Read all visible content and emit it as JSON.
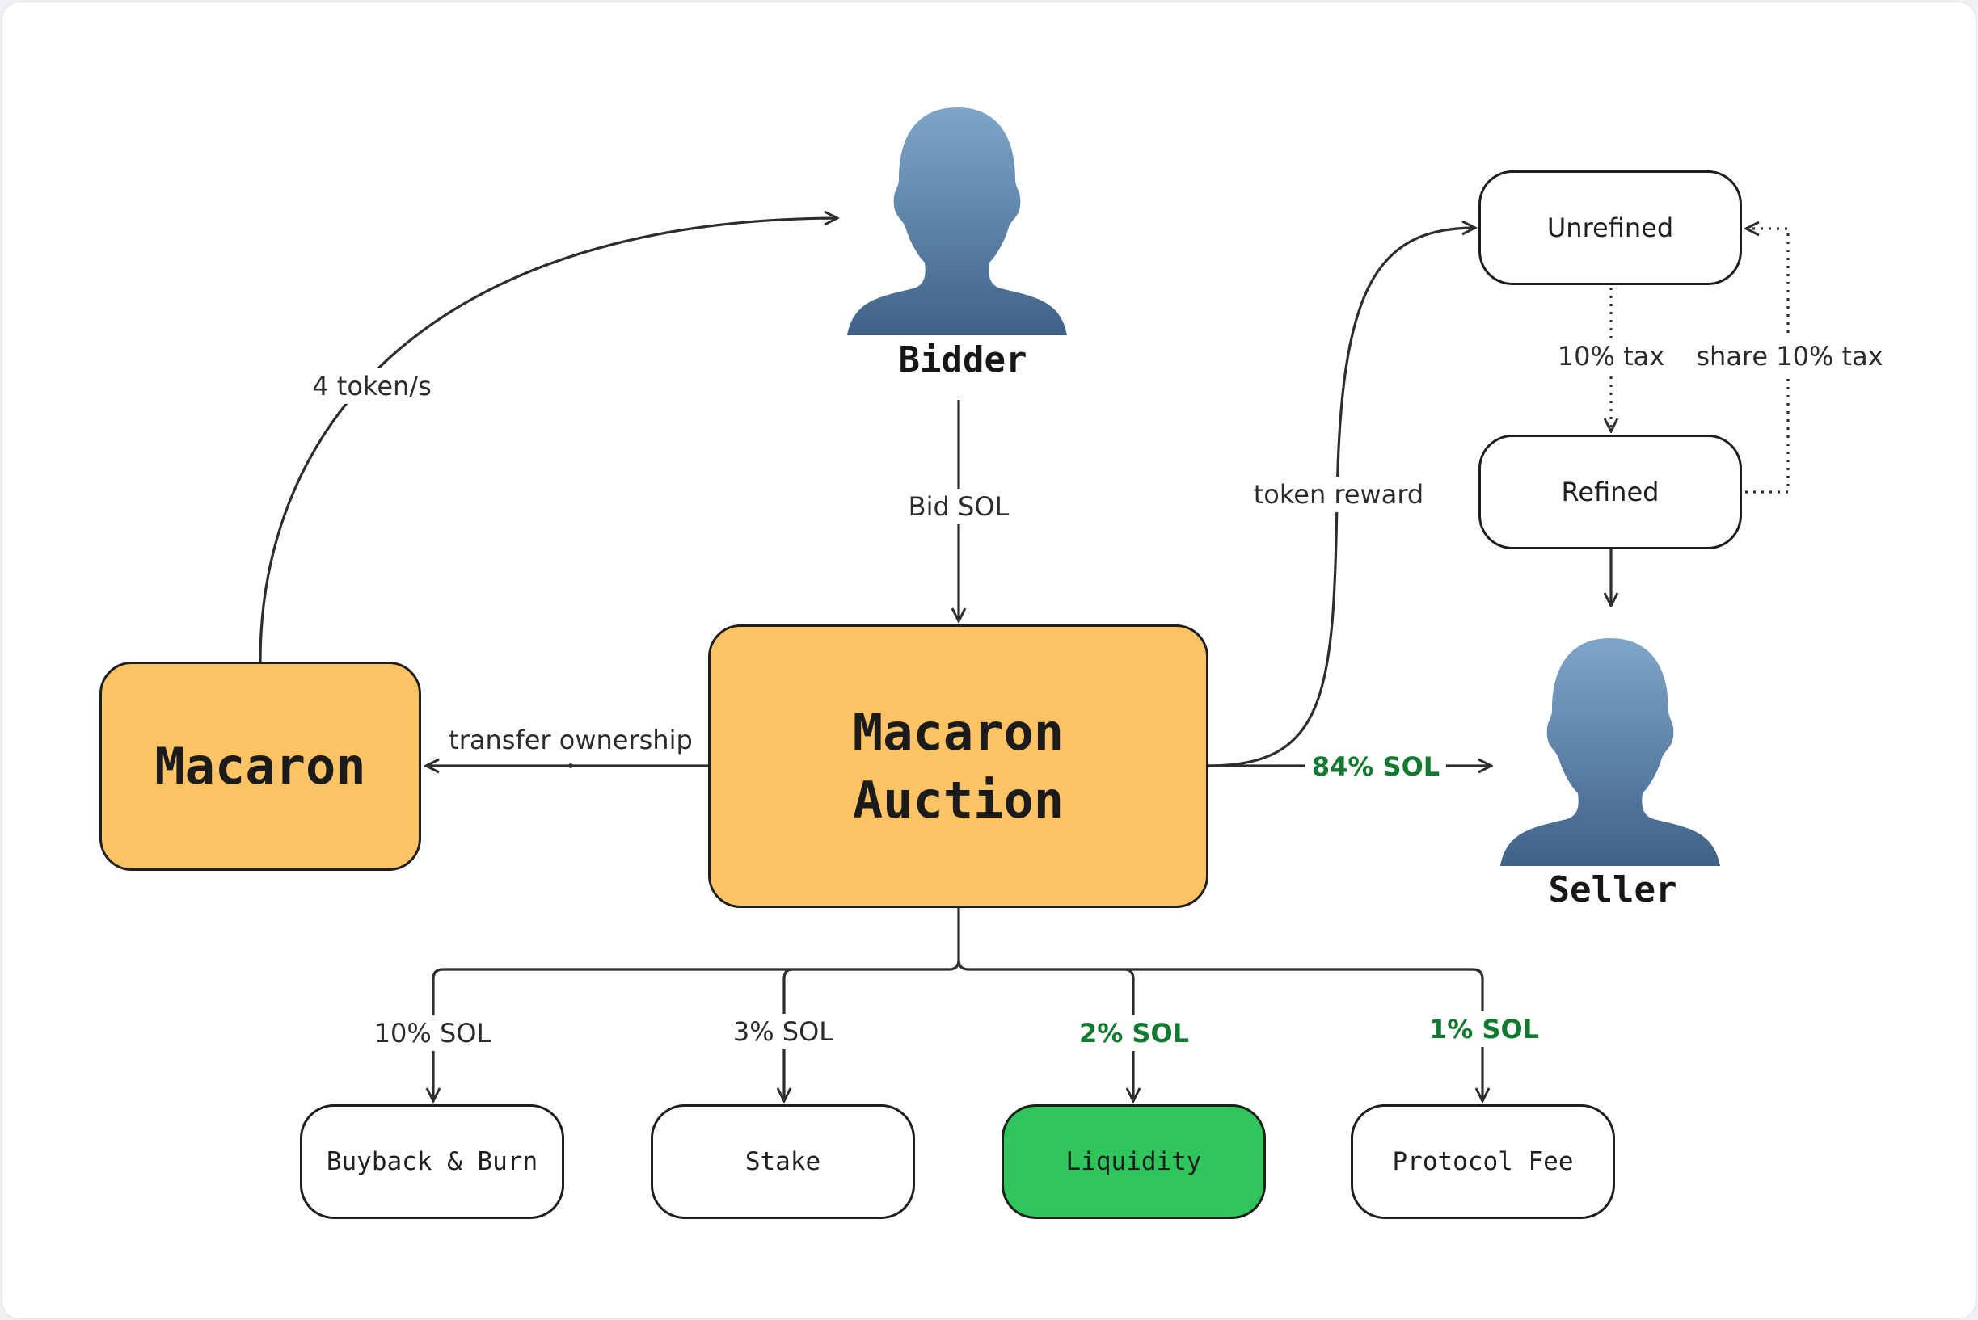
{
  "diagram": {
    "title": "Macaron Auction flow",
    "colors": {
      "primary_node": "#fdc365",
      "highlight_node": "#2fc45c",
      "highlight_text": "#127a30",
      "person_icon_top": "#7ea6c8",
      "person_icon_bottom": "#3f6288",
      "edge": "#2d2d2d"
    },
    "nodes": {
      "macaron": {
        "label": "Macaron"
      },
      "auction": {
        "label": "Macaron\nAuction"
      },
      "bidder": {
        "label": "Bidder",
        "icon": "person-silhouette-icon"
      },
      "seller": {
        "label": "Seller",
        "icon": "person-silhouette-icon"
      },
      "unrefined": {
        "label": "Unrefined"
      },
      "refined": {
        "label": "Refined"
      },
      "buyback": {
        "label": "Buyback & Burn"
      },
      "stake": {
        "label": "Stake"
      },
      "liquidity": {
        "label": "Liquidity"
      },
      "protocol_fee": {
        "label": "Protocol Fee"
      }
    },
    "edges": {
      "macaron_to_bidder": {
        "label": "4 token/s",
        "style": "solid"
      },
      "bidder_to_auction": {
        "label": "Bid SOL",
        "style": "solid"
      },
      "auction_to_macaron": {
        "label": "transfer ownership",
        "style": "solid"
      },
      "auction_to_unrefined": {
        "label": "token reward",
        "style": "solid"
      },
      "auction_to_seller": {
        "label": "84% SOL",
        "style": "solid",
        "highlight": true
      },
      "unrefined_to_refined": {
        "label": "10% tax",
        "style": "dotted"
      },
      "refined_to_unrefined": {
        "label": "share 10% tax",
        "style": "dotted"
      },
      "refined_to_seller": {
        "label": "",
        "style": "solid"
      },
      "auction_to_buyback": {
        "label": "10% SOL",
        "style": "solid"
      },
      "auction_to_stake": {
        "label": "3% SOL",
        "style": "solid"
      },
      "auction_to_liquidity": {
        "label": "2% SOL",
        "style": "solid",
        "highlight": true
      },
      "auction_to_protocol_fee": {
        "label": "1% SOL",
        "style": "solid",
        "highlight": true
      }
    }
  }
}
